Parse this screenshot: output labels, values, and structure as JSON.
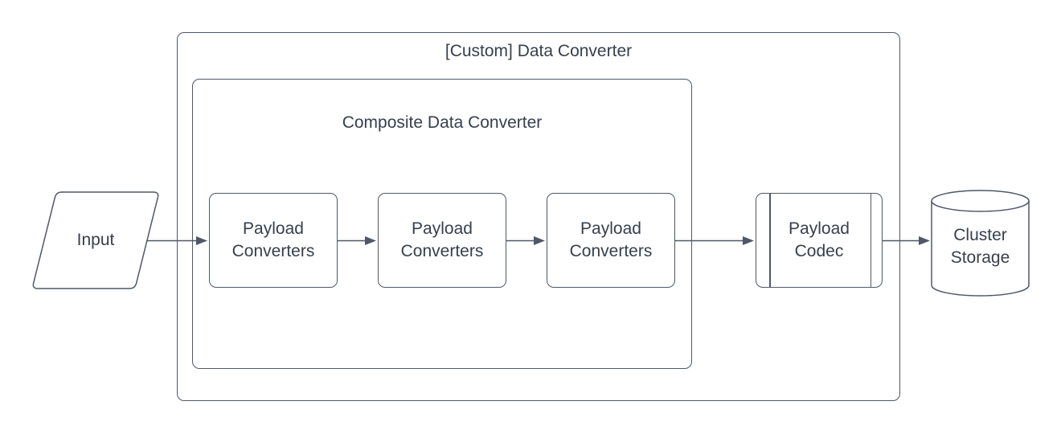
{
  "diagram": {
    "title_note": "flowchart of Temporal-style data conversion pipeline",
    "colors": {
      "stroke": "#4e5866",
      "text": "#36404d",
      "background": "#ffffff"
    },
    "outer_container": {
      "label": "[Custom] Data Converter"
    },
    "inner_container": {
      "label": "Composite Data Converter"
    },
    "input_node": {
      "label": "Input",
      "shape": "parallelogram"
    },
    "payload_converters": [
      {
        "label": "Payload Converters",
        "shape": "rounded-rectangle"
      },
      {
        "label": "Payload Converters",
        "shape": "rounded-rectangle"
      },
      {
        "label": "Payload Converters",
        "shape": "rounded-rectangle"
      }
    ],
    "payload_codec": {
      "label": "Payload Codec",
      "shape": "predefined-process"
    },
    "cluster_storage": {
      "label": "Cluster Storage",
      "shape": "cylinder"
    },
    "edges": [
      {
        "from": "Input",
        "to": "Payload Converters 1"
      },
      {
        "from": "Payload Converters 1",
        "to": "Payload Converters 2"
      },
      {
        "from": "Payload Converters 2",
        "to": "Payload Converters 3"
      },
      {
        "from": "Payload Converters 3",
        "to": "Payload Codec"
      },
      {
        "from": "Payload Codec",
        "to": "Cluster Storage"
      }
    ]
  }
}
